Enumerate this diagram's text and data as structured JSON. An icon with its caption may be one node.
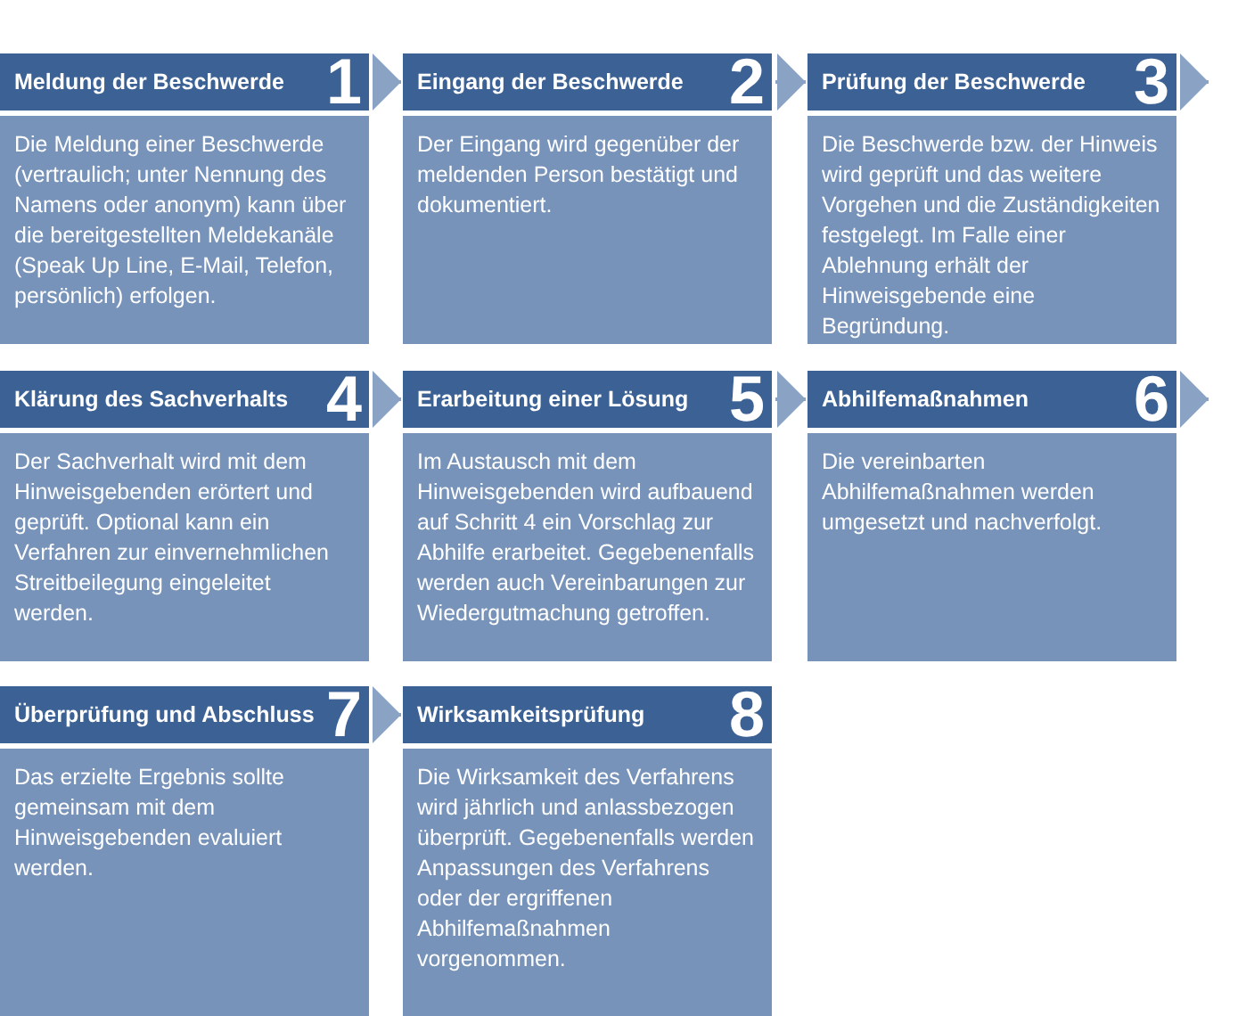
{
  "diagram": {
    "nodes": [
      {
        "text": [
          "Meldung der Beschwerde",
          "1",
          "Die Meldung einer Beschwerde (vertraulich; unter Nennung des Namens oder anonym) kann über die bereitgestellten Meldekanäle (Speak Up Line, E-Mail, Telefon, persönlich) erfolgen."
        ]
      },
      {
        "text": [
          "Eingang der Beschwerde",
          "2",
          "Der Eingang wird gegenüber der meldenden Person bestätigt und dokumentiert."
        ]
      },
      {
        "text": [
          "Prüfung der Beschwerde",
          "3",
          "Die Beschwerde bzw. der Hinweis wird geprüft und das weitere Vorgehen und die Zuständigkeiten festgelegt. Im Falle einer Ablehnung erhält der Hinweisgebende eine Begründung."
        ]
      },
      {
        "text": [
          "Klärung des Sachverhalts",
          "4",
          "Der Sachverhalt wird mit dem Hinweisgebenden erörtert und geprüft. Optional kann ein Verfahren zur einvernehmlichen Streitbeilegung eingeleitet werden."
        ]
      },
      {
        "text": [
          "Erarbeitung einer Lösung",
          "5",
          "Im Austausch mit dem Hinweisgebenden wird aufbauend auf Schritt 4 ein Vorschlag zur Abhilfe erarbeitet. Gegebenenfalls werden auch Vereinbarungen zur Wiedergutmachung getroffen."
        ]
      },
      {
        "text": [
          "Abhilfemaßnahmen",
          "6",
          "Die vereinbarten Abhilfemaßnahmen werden umgesetzt und nachverfolgt."
        ]
      },
      {
        "text": [
          "Überprüfung und Abschluss",
          "7",
          "Das erzielte Ergebnis sollte gemeinsam mit dem Hinweisgebenden evaluiert werden."
        ]
      },
      {
        "text": [
          "Wirksamkeitsprüfung",
          "8",
          "Die Wirksamkeit des Verfahrens wird jährlich und anlassbezogen überprüft. Gegebenenfalls werden Anpassungen des Verfahrens oder der ergriffenen Abhilfemaßnahmen vorgenommen."
        ]
      }
    ],
    "edges": [
      {
        "from": 0,
        "to": 1,
        "arrow": "to"
      },
      {
        "from": 1,
        "to": 2,
        "arrow": "to"
      },
      {
        "from": 2,
        "to": null,
        "arrow": "to"
      },
      {
        "from": 3,
        "to": 4,
        "arrow": "to"
      },
      {
        "from": 4,
        "to": 5,
        "arrow": "to"
      },
      {
        "from": 5,
        "to": null,
        "arrow": "to"
      },
      {
        "from": 6,
        "to": 7,
        "arrow": "to"
      }
    ]
  }
}
